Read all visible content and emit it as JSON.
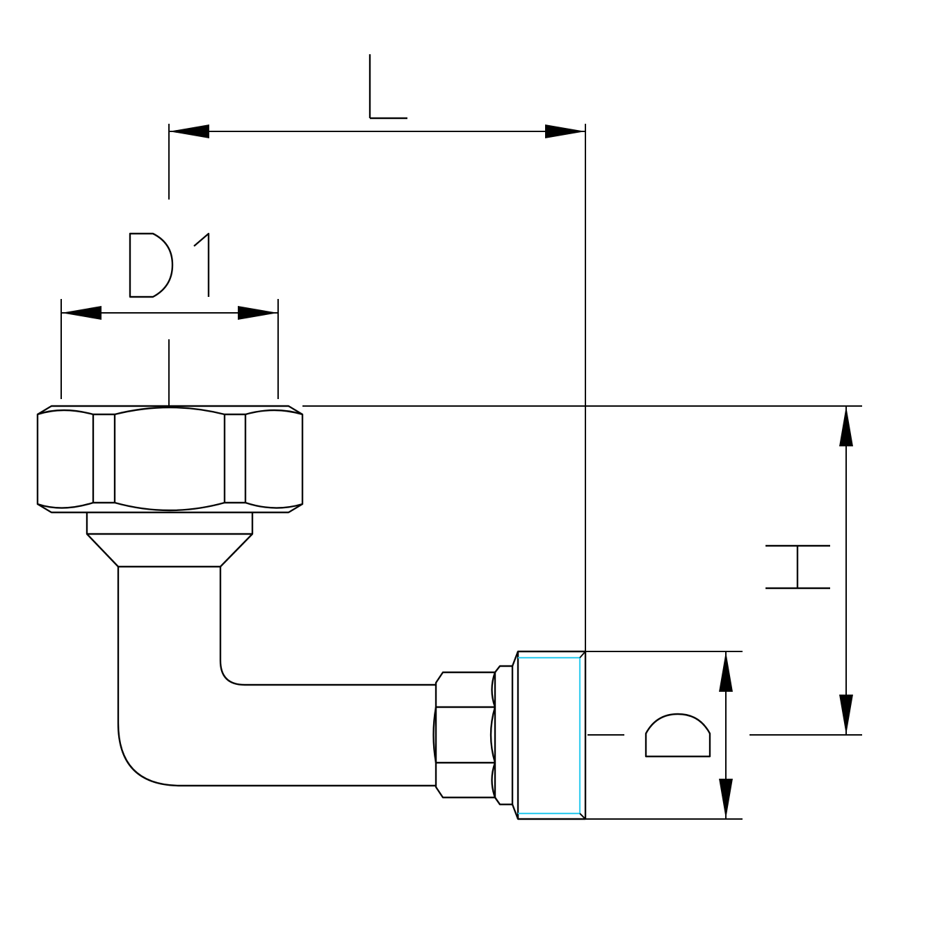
{
  "drawing": {
    "dimensions": {
      "length_label": "L",
      "nut_diameter_label": "D1",
      "height_label": "H",
      "pipe_diameter_label": "D"
    },
    "colors": {
      "line": "#000000",
      "thread": "#33ccee",
      "background": "#ffffff"
    }
  }
}
